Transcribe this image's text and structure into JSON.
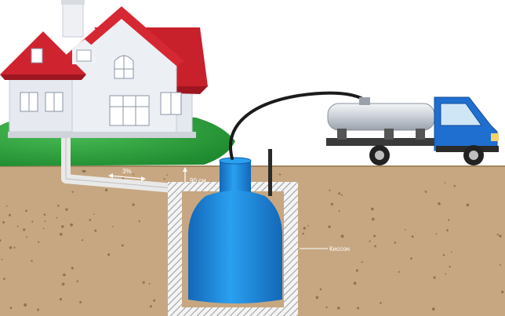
{
  "labels": {
    "slope": "3%",
    "depth": "90 см",
    "caisson": "Киссон"
  },
  "colors": {
    "soil": "#c4a57e",
    "soil_dots": "#8f7455",
    "grass": "#2e9d3e",
    "roof": "#c8212b",
    "wall": "#e3e7ef",
    "tank": "#1f8fe0",
    "truck_cab": "#1f6fd0",
    "tanker": "#d9dde3",
    "pipe": "#e6e6e6",
    "caisson_wall": "#f2f2f2",
    "hose": "#1b1b1b"
  },
  "icons": [
    "house-icon",
    "septic-tank-icon",
    "vacuum-truck-icon",
    "caisson-icon",
    "sewer-pipe-icon",
    "hose-icon"
  ]
}
